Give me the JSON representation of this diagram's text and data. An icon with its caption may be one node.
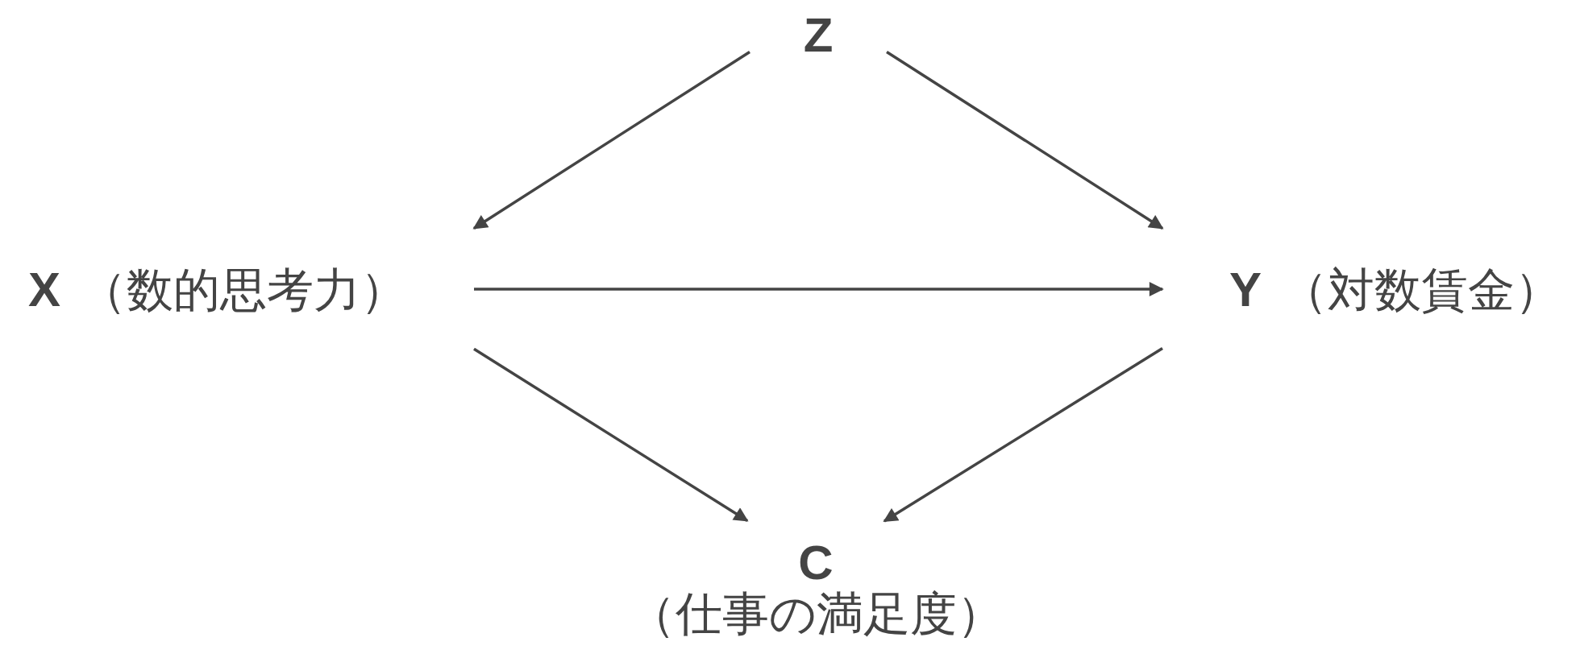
{
  "diagram": {
    "nodes": [
      {
        "text": [
          "Z"
        ]
      },
      {
        "text": [
          "X",
          "（数的思考力）"
        ]
      },
      {
        "text": [
          "Y",
          "（対数賃金）"
        ]
      },
      {
        "text": [
          "C",
          "（仕事の満足度）"
        ]
      }
    ],
    "edges": [
      {
        "from": 0,
        "to": 1,
        "arrow": "to"
      },
      {
        "from": 0,
        "to": 2,
        "arrow": "to"
      },
      {
        "from": 1,
        "to": 2,
        "arrow": "to"
      },
      {
        "from": 1,
        "to": 3,
        "arrow": "to"
      },
      {
        "from": 2,
        "to": 3,
        "arrow": "to"
      }
    ]
  }
}
